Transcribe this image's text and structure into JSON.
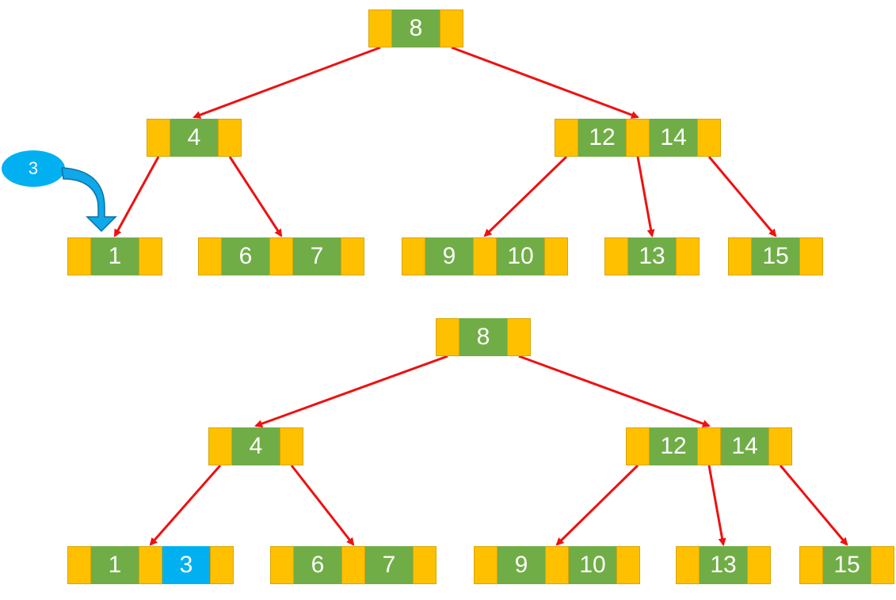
{
  "colors": {
    "pointer_slot": "#FFC000",
    "key": "#70AD47",
    "new_key": "#00B0F0",
    "edge": "#EE1111",
    "insert_marker": "#00B0F0"
  },
  "insert_marker": {
    "label": "3",
    "icon": "curved-arrow-icon"
  },
  "trees": [
    {
      "name": "before-insert",
      "nodes": [
        {
          "id": "root",
          "keys": [
            "8"
          ]
        },
        {
          "id": "l1a",
          "keys": [
            "4"
          ]
        },
        {
          "id": "l1b",
          "keys": [
            "12",
            "14"
          ]
        },
        {
          "id": "leaf1",
          "keys": [
            "1"
          ]
        },
        {
          "id": "leaf2",
          "keys": [
            "6",
            "7"
          ]
        },
        {
          "id": "leaf3",
          "keys": [
            "9",
            "10"
          ]
        },
        {
          "id": "leaf4",
          "keys": [
            "13"
          ]
        },
        {
          "id": "leaf5",
          "keys": [
            "15"
          ]
        }
      ]
    },
    {
      "name": "after-insert",
      "nodes": [
        {
          "id": "root",
          "keys": [
            "8"
          ]
        },
        {
          "id": "l1a",
          "keys": [
            "4"
          ]
        },
        {
          "id": "l1b",
          "keys": [
            "12",
            "14"
          ]
        },
        {
          "id": "leaf1",
          "keys": [
            "1",
            "3"
          ],
          "new_key_index": 1
        },
        {
          "id": "leaf2",
          "keys": [
            "6",
            "7"
          ]
        },
        {
          "id": "leaf3",
          "keys": [
            "9",
            "10"
          ]
        },
        {
          "id": "leaf4",
          "keys": [
            "13"
          ]
        },
        {
          "id": "leaf5",
          "keys": [
            "15"
          ]
        }
      ]
    }
  ]
}
